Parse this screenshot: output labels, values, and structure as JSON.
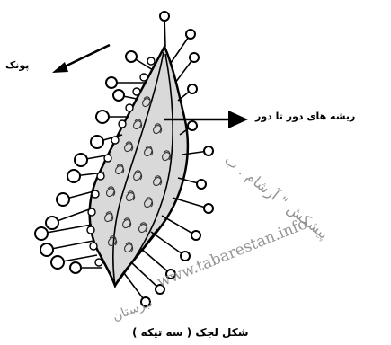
{
  "labels": {
    "ponak": "پونک",
    "rishe": "ریشه های دور تا دور",
    "caption": "شکل لجک ( سه تیکه )"
  },
  "watermark": {
    "credit": "پیشکش \" آرشام . ب",
    "url": "www.tabarestan.info",
    "site_fa": "تبرستان"
  },
  "colors": {
    "ink": "#000000",
    "body_fill": "#d9d9d9",
    "watermark": "#8a8a8a"
  }
}
